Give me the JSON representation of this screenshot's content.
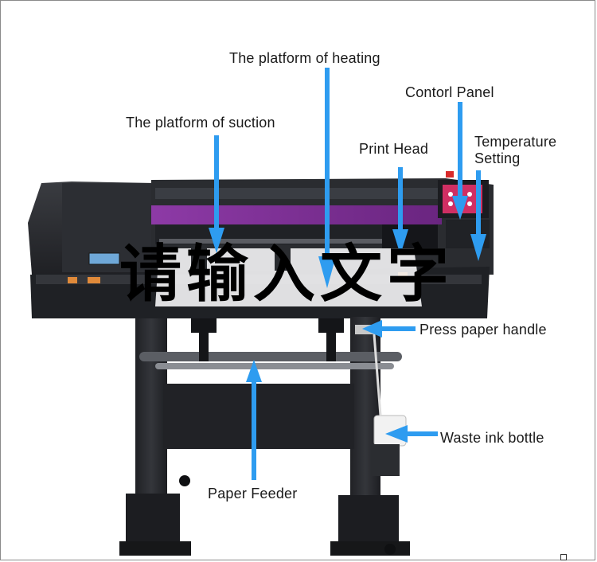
{
  "labels": {
    "heating": "The platform of heating",
    "suction": "The platform of suction",
    "control_panel": "Contorl Panel",
    "print_head": "Print Head",
    "temperature_line1": "Temperature",
    "temperature_line2": "Setting",
    "press_paper": "Press paper handle",
    "waste_ink": "Waste ink bottle",
    "paper_feeder": "Paper Feeder"
  },
  "watermark": "请输入文字",
  "colors": {
    "arrow": "#2e9cf0",
    "printer_body": "#2a2c30",
    "purple_strip": "#7a2f8f",
    "panel_red": "#e0306a"
  }
}
